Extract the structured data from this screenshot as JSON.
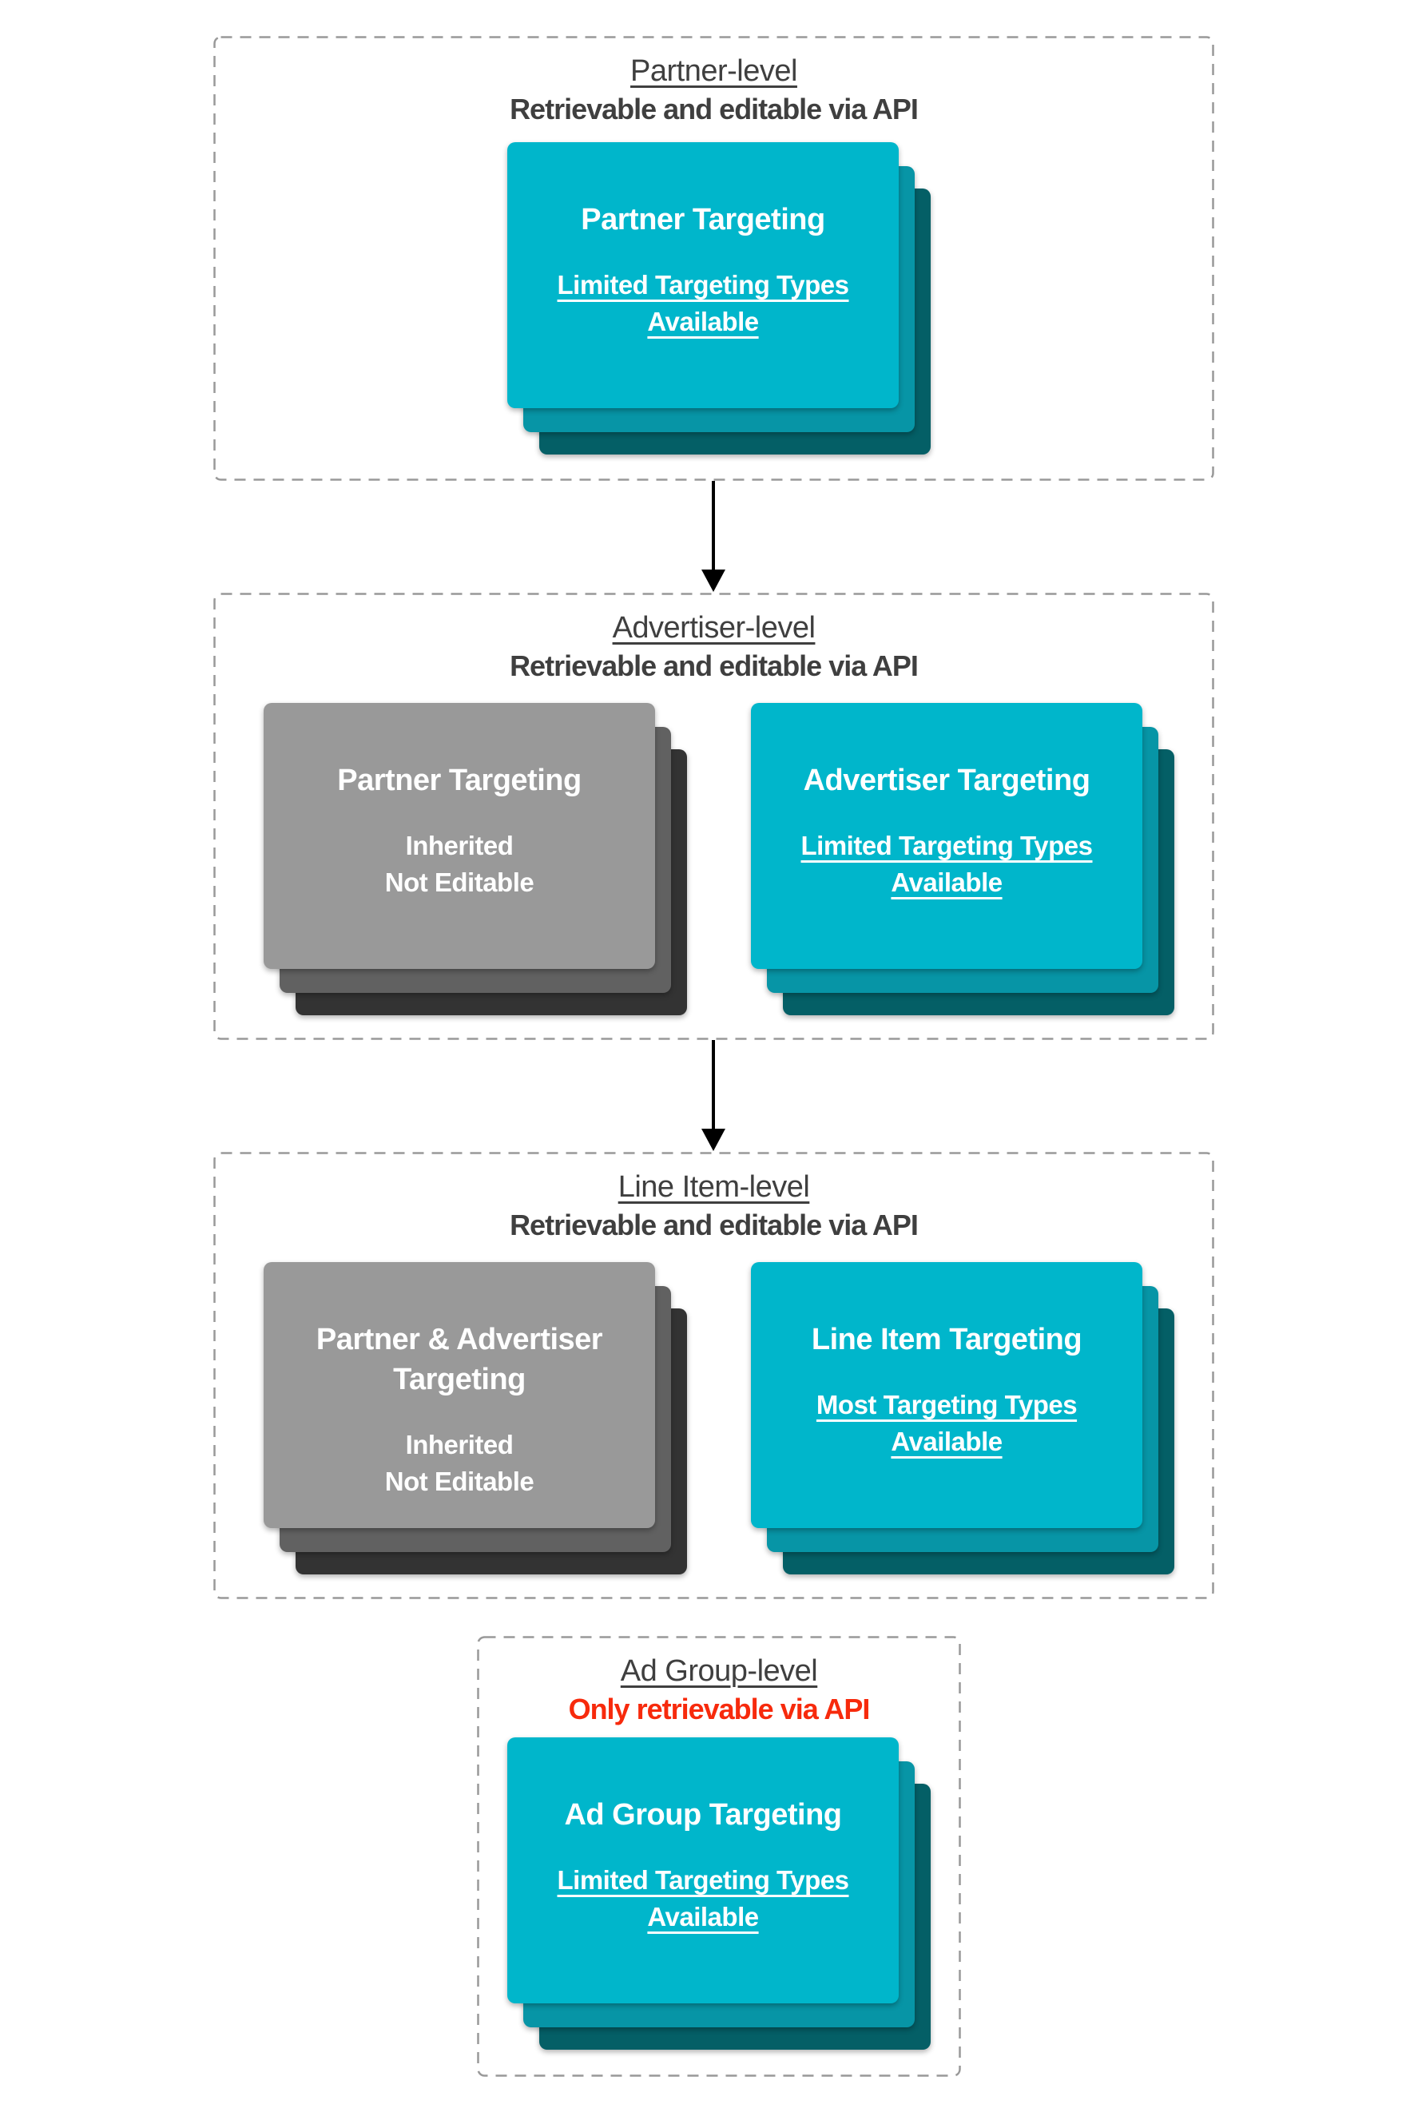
{
  "colors": {
    "box_border": "#999999",
    "heading_text": "#3f3f3f",
    "red_text": "#f72a0c",
    "cyan_front": "#00b6cb",
    "cyan_mid": "#0795a6",
    "cyan_back": "#045f66",
    "gray_front": "#999999",
    "gray_mid": "#616161",
    "gray_back": "#333333",
    "card_text": "#ffffff",
    "arrow": "#000000"
  },
  "sections": [
    {
      "title": "Partner-level",
      "subtitle": "Retrievable and editable via API",
      "cards": [
        {
          "style": "cyan",
          "title": "Partner Targeting",
          "subtitle": "Limited Targeting Types Available"
        }
      ]
    },
    {
      "title": "Advertiser-level",
      "subtitle": "Retrievable and editable via API",
      "cards": [
        {
          "style": "gray",
          "title": "Partner Targeting",
          "subtitle_lines": [
            "Inherited",
            "Not Editable"
          ]
        },
        {
          "style": "cyan",
          "title": "Advertiser Targeting",
          "subtitle": "Limited Targeting Types Available"
        }
      ]
    },
    {
      "title": "Line Item-level",
      "subtitle": "Retrievable and editable via API",
      "cards": [
        {
          "style": "gray",
          "title": "Partner & Advertiser Targeting",
          "subtitle_lines": [
            "Inherited",
            "Not Editable"
          ]
        },
        {
          "style": "cyan",
          "title": "Line Item Targeting",
          "subtitle": "Most Targeting Types Available"
        }
      ]
    },
    {
      "title": "Ad Group-level",
      "subtitle": "Only retrievable via API",
      "cards": [
        {
          "style": "cyan",
          "title": "Ad Group Targeting",
          "subtitle": "Limited Targeting Types Available"
        }
      ]
    }
  ]
}
